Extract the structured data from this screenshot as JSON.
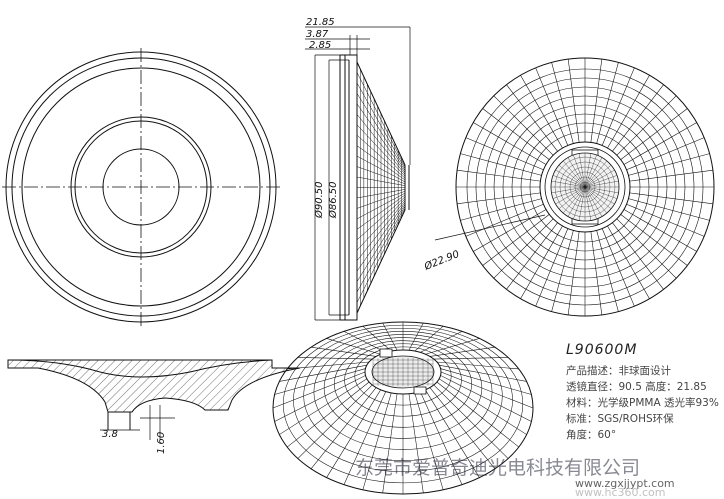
{
  "model": "L90600M",
  "dimensions": {
    "height_total": "21.85",
    "step_a": "3.87",
    "step_b": "2.85",
    "diameter_outer": "Ø90.50",
    "diameter_inner": "Ø86.50",
    "diameter_center": "Ø22.90",
    "detail_width": "3.8",
    "detail_height": "1.60"
  },
  "specs": [
    "产品描述：非球面设计",
    "透镜直径：90.5 高度：21.85",
    "材料：光学级PMMA 透光率93%",
    "标准：SGS/ROHS环保",
    "角度：60°"
  ],
  "watermark": {
    "company": "东莞市爱普奇迪光电科技有限公司",
    "site": "www.zgxjjypt.com",
    "hc": "www.hc360.com"
  }
}
